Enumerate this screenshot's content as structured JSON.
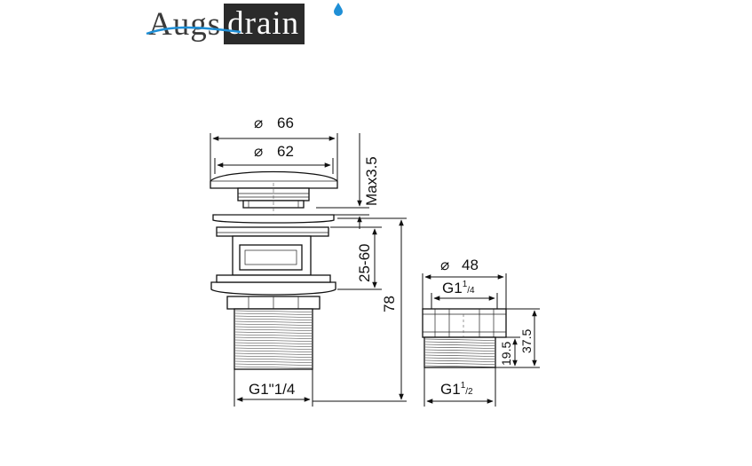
{
  "logo": {
    "text_plain": "Augs",
    "text_boxed": "drain",
    "colors": {
      "text": "#3a3a3a",
      "box": "#2b2b2b",
      "accent": "#1f8fd6"
    }
  },
  "drain": {
    "cap_outer_dia": "66",
    "cap_inner_dia": "62",
    "max_gap": "Max3.5",
    "adjust_range": "25-60",
    "total_height": "78",
    "thread": "G1\"1/4"
  },
  "adapter": {
    "outer_dia": "48",
    "top_thread_base": "G1",
    "top_thread_sup": "1",
    "top_thread_sub": "/4",
    "bottom_thread_base": "G1",
    "bottom_thread_sup": "1",
    "bottom_thread_sub": "/2",
    "thread_height": "19.5",
    "total_height": "37.5"
  },
  "symbols": {
    "diameter": "⌀"
  }
}
